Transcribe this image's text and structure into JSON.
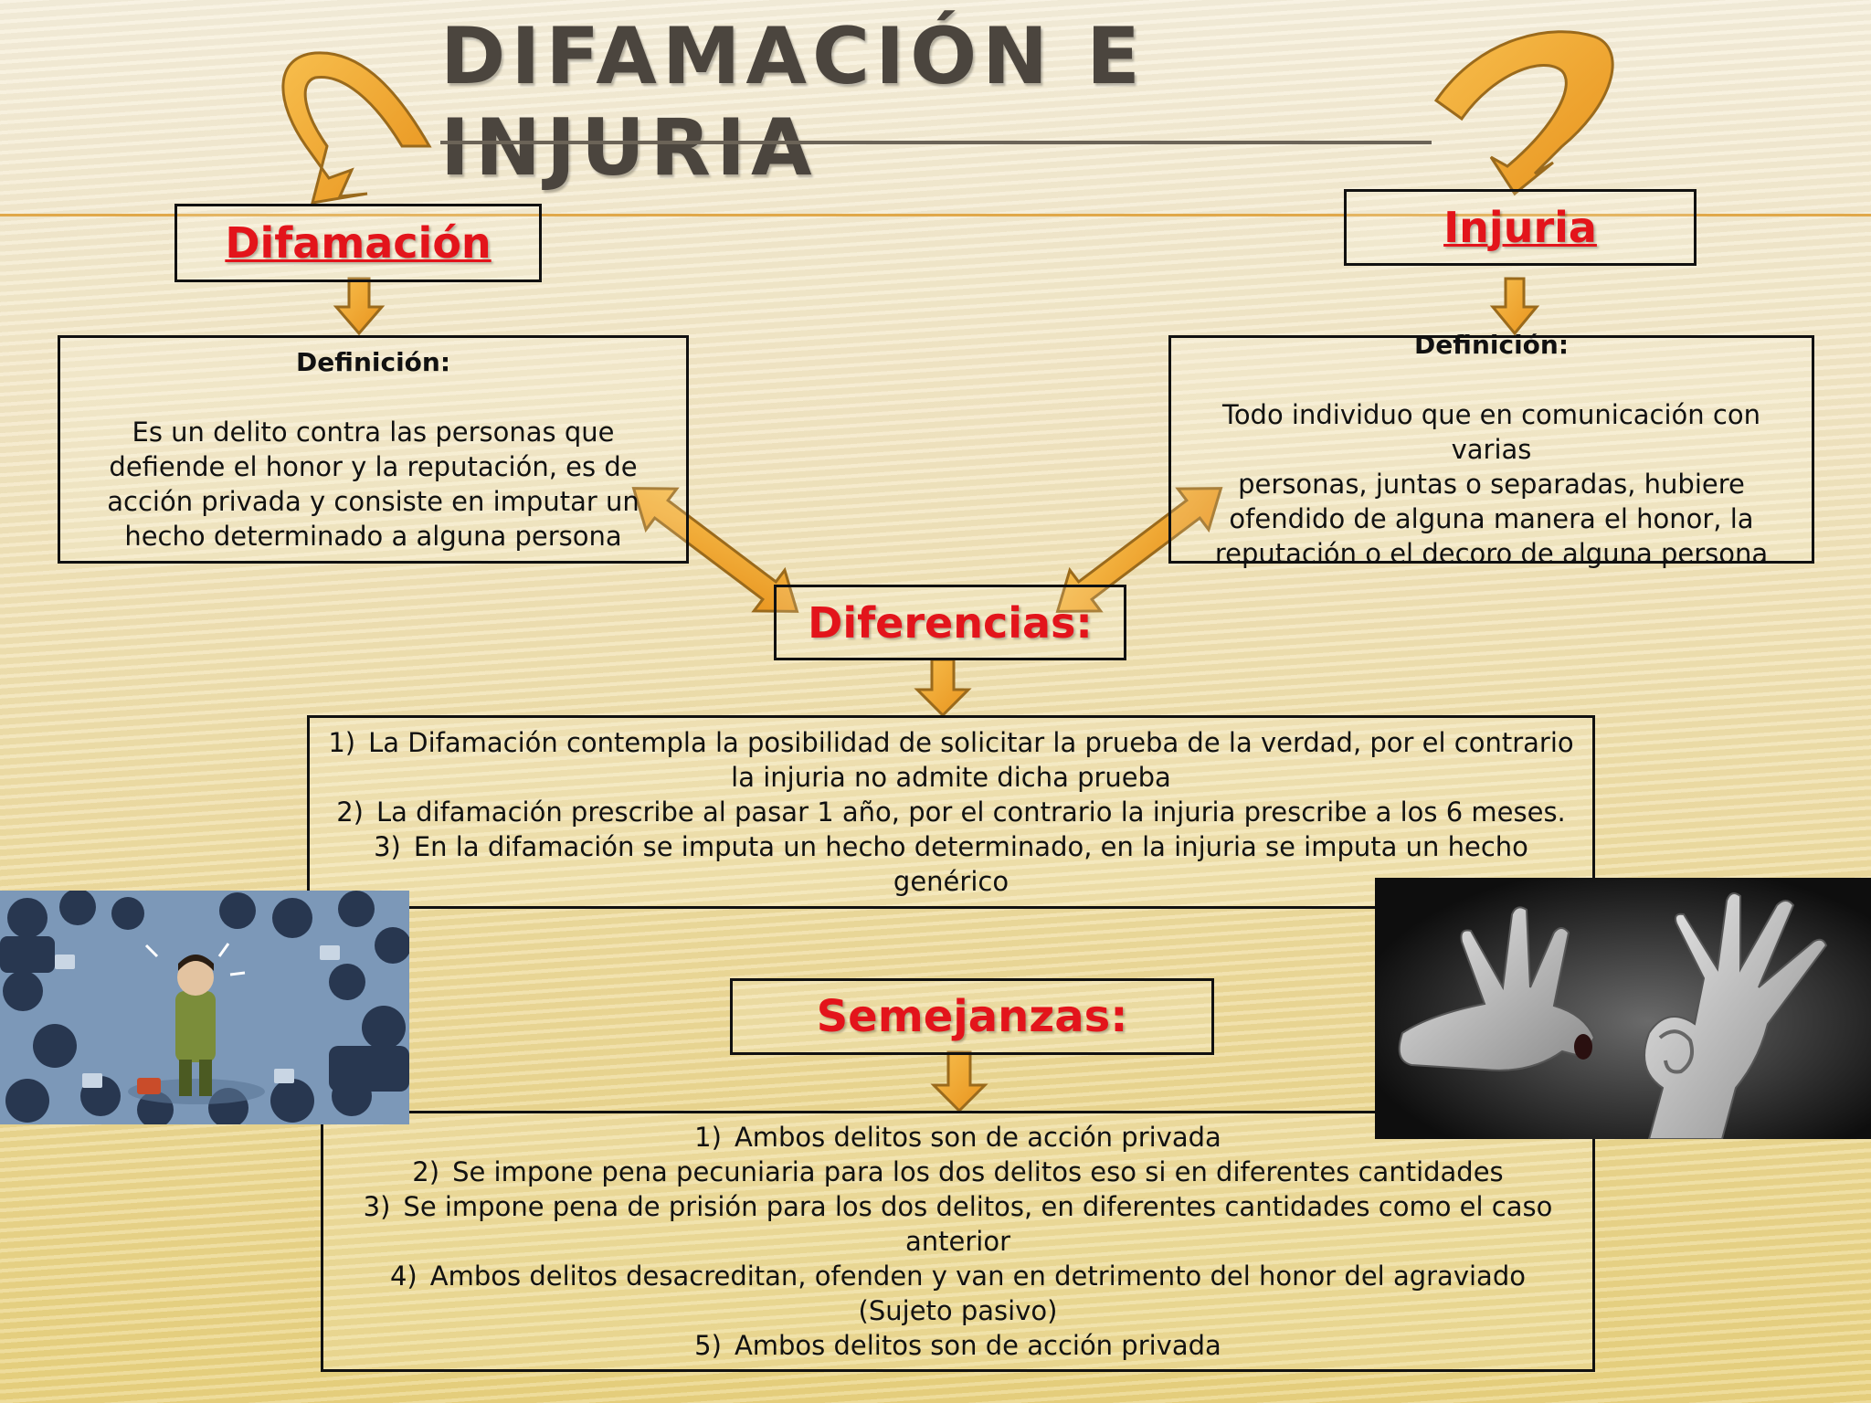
{
  "title": "DIFAMACIÓN E INJURIA",
  "difamacion": {
    "heading": "Difamación",
    "definition_label": "Definición:",
    "definition_lines": [
      "Es un delito contra las personas que",
      "defiende el honor y la reputación, es de",
      "acción privada y consiste en imputar un",
      "hecho determinado a alguna persona"
    ]
  },
  "injuria": {
    "heading": "Injuria",
    "definition_label": "Definición:",
    "definition_lines": [
      "Todo individuo que en comunicación con varias",
      "personas, juntas o separadas, hubiere",
      "ofendido de alguna manera el honor, la",
      "reputación o el decoro de alguna persona"
    ]
  },
  "diferencias": {
    "heading": "Diferencias:",
    "items": [
      {
        "num": "1)",
        "lines": [
          "La Difamación contempla la posibilidad de solicitar la prueba de la verdad, por el contrario",
          "la injuria no admite dicha prueba"
        ]
      },
      {
        "num": "2)",
        "lines": [
          "La difamación prescribe  al pasar 1 año, por el contrario la injuria prescribe a los 6 meses."
        ]
      },
      {
        "num": "3)",
        "lines": [
          "En la difamación se imputa un hecho determinado, en la injuria se imputa un hecho",
          "genérico"
        ]
      }
    ]
  },
  "semejanzas": {
    "heading": "Semejanzas:",
    "items": [
      {
        "num": "1)",
        "lines": [
          "Ambos delitos son de acción privada"
        ]
      },
      {
        "num": "2)",
        "lines": [
          "Se impone pena pecuniaria para los dos delitos eso si en diferentes cantidades"
        ]
      },
      {
        "num": "3)",
        "lines": [
          "Se impone pena de prisión para los dos delitos, en diferentes cantidades como el caso",
          "anterior"
        ]
      },
      {
        "num": "4)",
        "lines": [
          "Ambos delitos desacreditan, ofenden y van en detrimento del honor del agraviado",
          "(Sujeto pasivo)"
        ]
      },
      {
        "num": "5)",
        "lines": [
          "Ambos delitos son de acción privada"
        ]
      }
    ]
  },
  "colors": {
    "heading_red": "#e3141b",
    "arrow_orange": "#f0a22a",
    "arrow_outline": "#9a6a1c",
    "title_gray": "#4b453e"
  },
  "icons": [
    "curved-arrow-left",
    "curved-arrow-right",
    "down-arrow",
    "double-arrow"
  ],
  "images": [
    "bullied-child-illustration",
    "hands-mouth-ear-illustration"
  ]
}
